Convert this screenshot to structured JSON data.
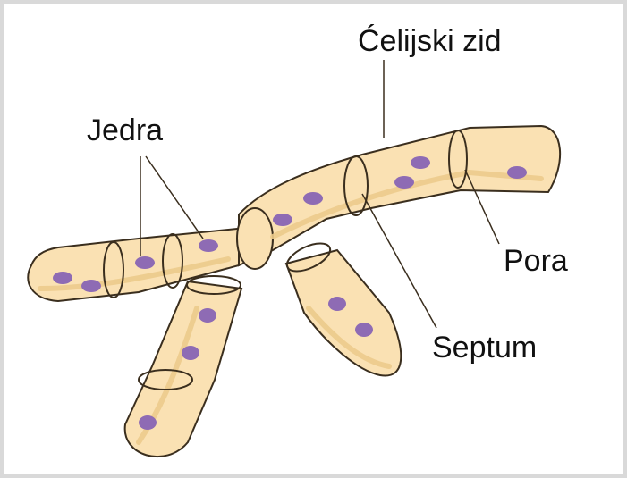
{
  "labels": {
    "cell_wall": "Ćelijski zid",
    "nuclei": "Jedra",
    "pore": "Pora",
    "septum": "Septum"
  },
  "colors": {
    "cytoplasm": "#fae1b3",
    "outline": "#3a2e1e",
    "nucleus": "#8e6bb4",
    "shading": "#eccb8c",
    "background": "#ffffff",
    "border": "#d9d9d9"
  }
}
